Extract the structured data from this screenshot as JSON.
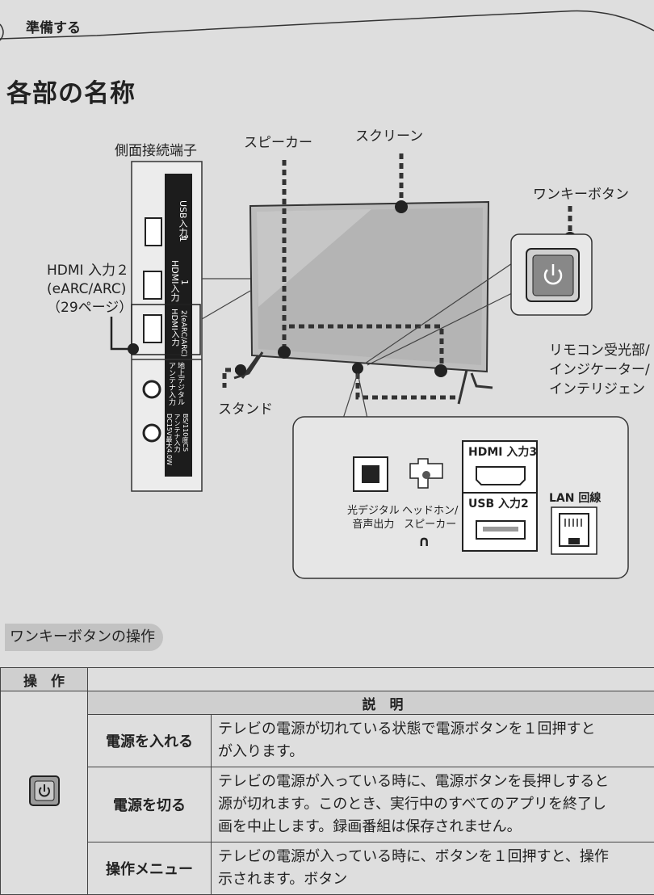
{
  "header": {
    "section": "準備する"
  },
  "page_title": "各部の名称",
  "callouts": {
    "side_terminals": "側面接続端子",
    "speaker": "スピーカー",
    "screen": "スクリーン",
    "one_key_button": "ワンキーボタン",
    "hdmi2": [
      "HDMI 入力２",
      "(eARC/ARC)",
      "（29ページ）"
    ],
    "remote": [
      "リモコン受光部/",
      "インジケーター/",
      "インテリジェン"
    ],
    "stand": "スタンド"
  },
  "side_panel": {
    "usb_label": "USB入力1",
    "usb_num": "1",
    "hdmi_label": "HDMI入力",
    "hdmi_num": "1",
    "hdmi2_label": "HDMI入力",
    "hdmi2_sub": "2(eARC/ARC)",
    "antenna1": [
      "地上デジタル",
      "アンテナ入力"
    ],
    "antenna2": [
      "BS/110度CS",
      "アンテナ入力",
      "DC15V最大4.0W"
    ]
  },
  "rear_panel": {
    "optical": [
      "光デジタル",
      "音声出力"
    ],
    "headphone": [
      "ヘッドホン/",
      "スピーカー"
    ],
    "headphone_icon": "headphone-icon",
    "hdmi3": "HDMI 入力3",
    "usb2": "USB 入力2",
    "lan": "LAN 回線"
  },
  "section_heading": "ワンキーボタンの操作",
  "table": {
    "col_op": "操　作",
    "col_desc": "説　明",
    "rows": [
      {
        "name": "電源を入れる",
        "desc": [
          "テレビの電源が切れている状態で電源ボタンを１回押すと",
          "が入ります。"
        ]
      },
      {
        "name": "電源を切る",
        "desc": [
          "テレビの電源が入っている時に、電源ボタンを長押しすると",
          "源が切れます。このとき、実行中のすべてのアプリを終了し",
          "画を中止します。録画番組は保存されません。"
        ]
      },
      {
        "name": "操作メニュー",
        "desc": [
          "テレビの電源が入っている時に、ボタンを１回押すと、操作",
          "示されます。ボタン"
        ]
      }
    ]
  },
  "colors": {
    "paper": "#dedede",
    "ink": "#222222",
    "screen_gray": "#bdbdbd"
  }
}
